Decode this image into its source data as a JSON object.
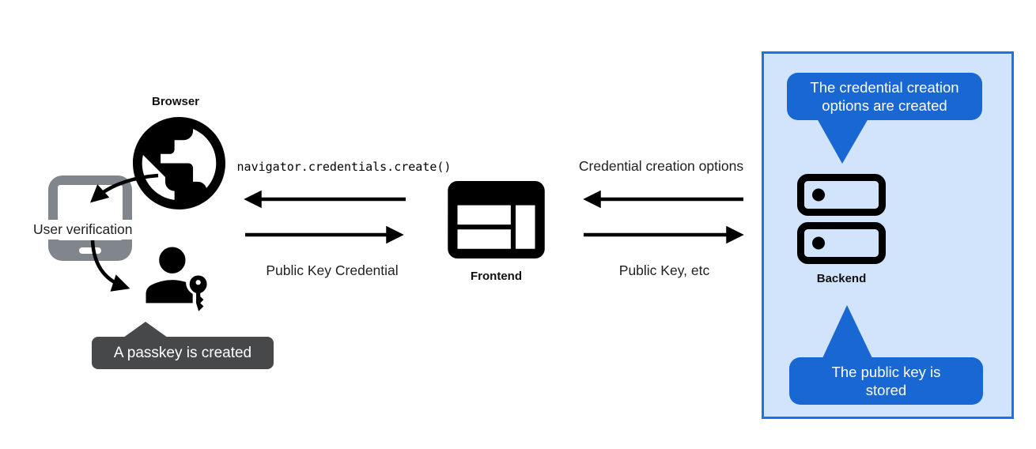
{
  "labels": {
    "browser": "Browser",
    "user_verification": "User verification",
    "frontend": "Frontend",
    "backend": "Backend",
    "code_call": "navigator.credentials.create()",
    "public_key_credential": "Public Key Credential",
    "credential_creation_options": "Credential creation options",
    "public_key_etc": "Public Key, etc"
  },
  "callouts": {
    "passkey_created": "A passkey is created",
    "options_created": "The credential creation options are created",
    "public_key_stored": "The public key is stored"
  },
  "icons": {
    "browser": "globe-icon",
    "authenticator": "smartphone-icon",
    "user": "person-with-key-icon",
    "frontend": "browser-window-icon",
    "backend": "server-stack-icon"
  },
  "colors": {
    "callout_blue": "#1967d2",
    "panel_background": "#d2e3fc",
    "panel_border": "#1a73e8",
    "tooltip_gray": "#47484a",
    "icon_black": "#000000",
    "phone_gray": "#80868b",
    "text": "#202124",
    "canvas_background": "#ffffff"
  }
}
